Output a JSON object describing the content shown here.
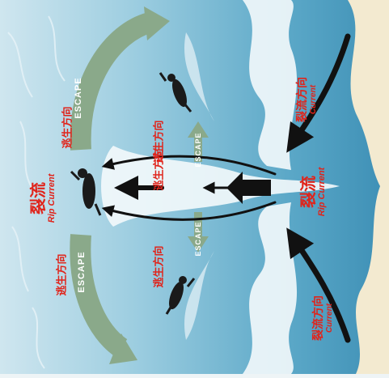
{
  "labels": {
    "rip_current_cn": "裂流",
    "rip_current_en": "Rip Current",
    "current_dir_cn": "裂流方向",
    "current_en": "Current",
    "escape_dir_cn": "逃生方向",
    "escape_en": "ESCAPE"
  },
  "colors": {
    "sea_light": "#a9d6e6",
    "sea_dark": "#4d9fc0",
    "sand": "#f4ecd4",
    "arrow_black": "#111111",
    "escape_green": "#8aa98a",
    "label_red": "#e0241b"
  },
  "icons": [
    "swimmer-icon"
  ]
}
